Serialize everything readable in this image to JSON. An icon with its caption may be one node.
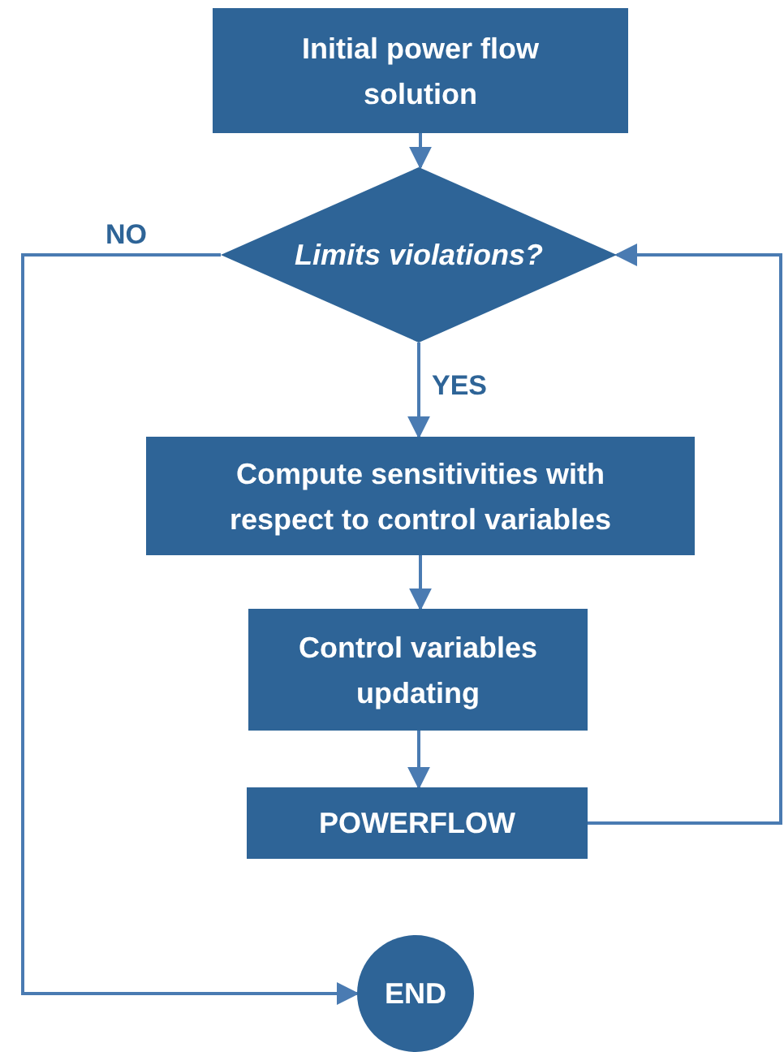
{
  "diagram": {
    "nodes": [
      {
        "text": [
          "Initial power flow solution"
        ]
      },
      {
        "text": [
          "Limits violations?"
        ]
      },
      {
        "text": [
          "Compute sensitivities with respect to control variables"
        ]
      },
      {
        "text": [
          "Control variables updating"
        ]
      },
      {
        "text": [
          "POWERFLOW"
        ]
      },
      {
        "text": [
          "END"
        ]
      }
    ],
    "edges": [
      {
        "from": 0,
        "to": 1,
        "arrow": "to"
      },
      {
        "from": 1,
        "to": 2,
        "arrow": "to",
        "label": "YES"
      },
      {
        "from": 2,
        "to": 3,
        "arrow": "to"
      },
      {
        "from": 3,
        "to": 4,
        "arrow": "to"
      },
      {
        "from": 4,
        "to": 1,
        "arrow": "to"
      },
      {
        "from": 1,
        "to": 5,
        "arrow": "to",
        "label": "NO"
      }
    ]
  }
}
